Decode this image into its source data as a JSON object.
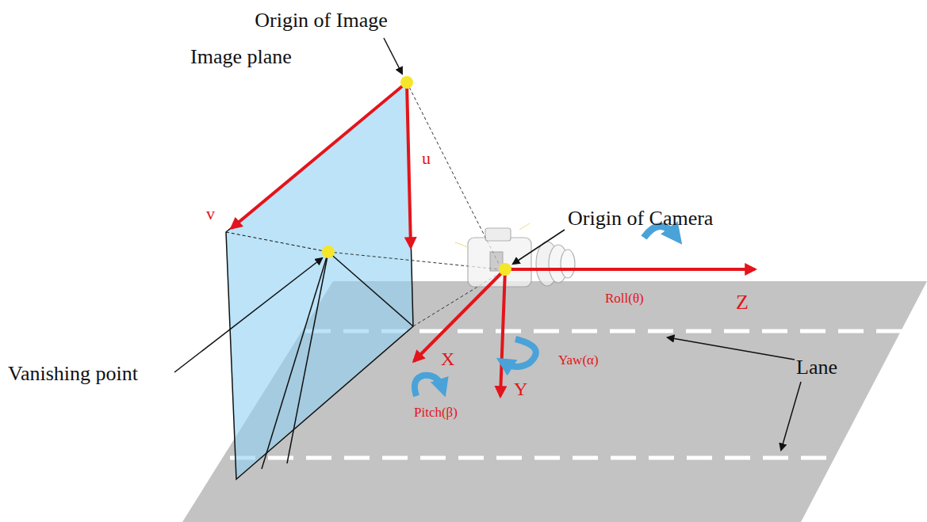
{
  "diagram": {
    "labels": [
      "Origin of Image",
      "Image plane",
      "v",
      "u",
      "Origin of Camera",
      "Roll(θ)",
      "Z",
      "Vanishing point",
      "X",
      "Yaw(α)",
      "Pitch(β)",
      "Y",
      "Lane"
    ]
  }
}
